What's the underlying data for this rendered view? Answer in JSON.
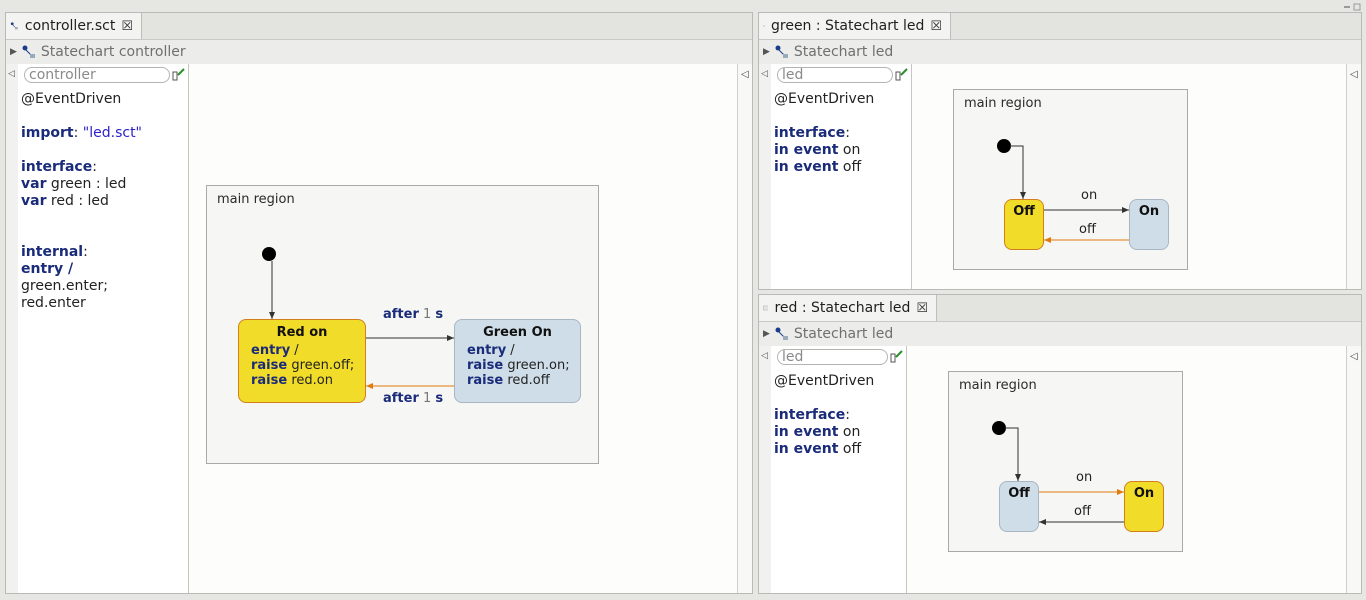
{
  "colors": {
    "active_state": "#f2dc2a",
    "inactive_state": "#cfdde8",
    "active_transition": "#e27a0d",
    "transition": "#333333"
  },
  "controller": {
    "tab_title": "controller.sct",
    "breadcrumb": "Statechart controller",
    "name_field": "controller",
    "code": {
      "annotation": "@EventDriven",
      "import_kw": "import",
      "import_value": "\"led.sct\"",
      "interface_kw": "interface",
      "var1_kw": "var",
      "var1_rest": " green : led",
      "var2_kw": "var",
      "var2_rest": " red : led",
      "internal_kw": "internal",
      "entry_kw": "entry",
      "entry_rest": " /",
      "stmt1": "green.enter;",
      "stmt2": "red.enter"
    },
    "diagram": {
      "region": "main region",
      "states": [
        {
          "name": "Red on",
          "entry_kw": "entry",
          "entry_rest": " /",
          "raise1_kw": "raise",
          "raise1_rest": " green.off;",
          "raise2_kw": "raise",
          "raise2_rest": " red.on"
        },
        {
          "name": "Green On",
          "entry_kw": "entry",
          "entry_rest": " /",
          "raise1_kw": "raise",
          "raise1_rest": " green.on;",
          "raise2_kw": "raise",
          "raise2_rest": " red.off"
        }
      ],
      "transitions": [
        {
          "kw": "after",
          "num": " 1 ",
          "unit": "s"
        },
        {
          "kw": "after",
          "num": " 1 ",
          "unit": "s"
        }
      ]
    }
  },
  "green": {
    "tab_title": "green : Statechart led",
    "breadcrumb": "Statechart led",
    "name_field": "led",
    "code": {
      "annotation": "@EventDriven",
      "interface_kw": "interface",
      "event1_kw": "in event",
      "event1_rest": " on",
      "event2_kw": "in event",
      "event2_rest": " off"
    },
    "diagram": {
      "region": "main region",
      "state_off": "Off",
      "state_on": "On",
      "t_on": "on",
      "t_off": "off"
    }
  },
  "red": {
    "tab_title": "red : Statechart led",
    "breadcrumb": "Statechart led",
    "name_field": "led",
    "code": {
      "annotation": "@EventDriven",
      "interface_kw": "interface",
      "event1_kw": "in event",
      "event1_rest": " on",
      "event2_kw": "in event",
      "event2_rest": " off"
    },
    "diagram": {
      "region": "main region",
      "state_off": "Off",
      "state_on": "On",
      "t_on": "on",
      "t_off": "off"
    }
  }
}
